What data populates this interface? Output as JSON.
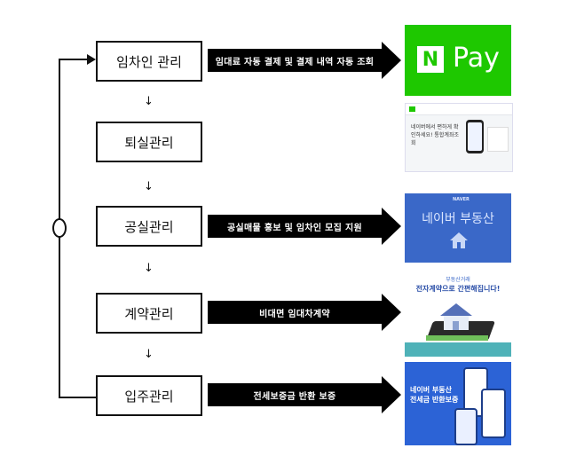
{
  "steps": [
    {
      "label": "임차인 관리",
      "action": "임대료 자동 결제 및 결제 내역 자동 조회"
    },
    {
      "label": "퇴실관리",
      "action": ""
    },
    {
      "label": "공실관리",
      "action": "공실매물 홍보 및 임차인 모집 지원"
    },
    {
      "label": "계약관리",
      "action": "비대면 임대차계약"
    },
    {
      "label": "입주관리",
      "action": "전세보증금 반환 보증"
    }
  ],
  "thumbs": {
    "npay_n": "N",
    "npay_pay": "Pay",
    "npay_web_text": "네이버에서 편하게 확인하세요! 통합계좌조회",
    "realty_brand": "NAVER",
    "realty_title": "네이버 부동산",
    "contract_top": "부동산거래",
    "contract_main": "전자계약으로 간편해집니다!",
    "deposit_title": "네이버 부동산 전세금 반환보증"
  },
  "colors": {
    "npay_green": "#1ec800",
    "realty_blue": "#3a68c8",
    "deposit_blue": "#2c63d6"
  }
}
